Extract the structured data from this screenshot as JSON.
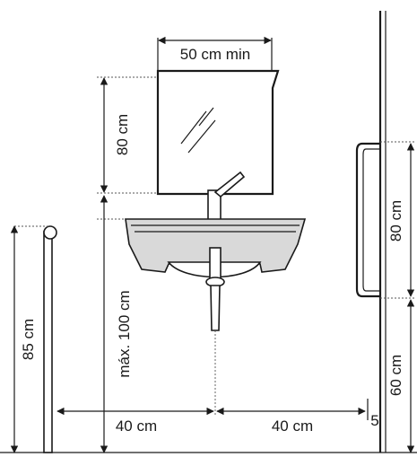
{
  "dimensions": {
    "mirror_width": "50 cm min",
    "mirror_height": "80 cm",
    "sink_height": "máx. 100 cm",
    "left_rail_height": "85 cm",
    "left_clearance": "40 cm",
    "right_clearance": "40 cm",
    "wall_gap": "5",
    "right_rail_length": "80 cm",
    "right_rail_height": "60 cm"
  },
  "colors": {
    "line": "#1a1a1a",
    "fill": "#d9d9d9"
  }
}
